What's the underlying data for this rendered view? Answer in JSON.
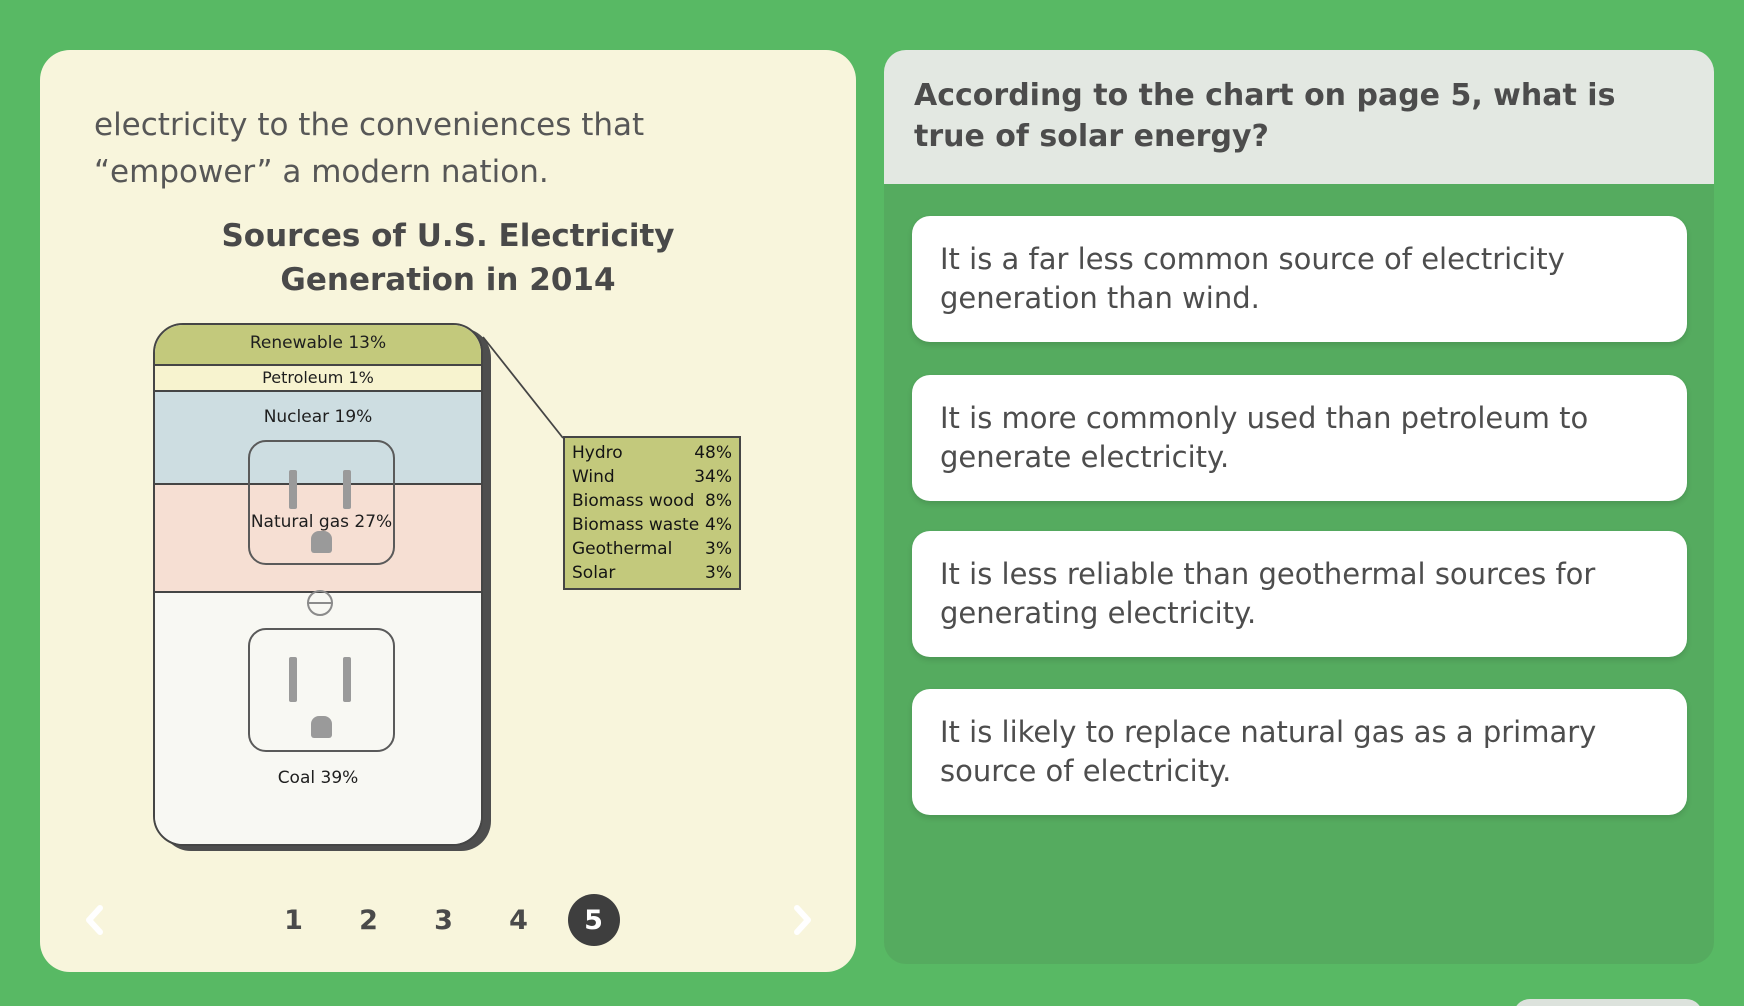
{
  "colors": {
    "page_bg": "#58b964",
    "panel_bg": "#55ab5f",
    "reader_card_bg": "#f8f5dc",
    "question_header_bg": "#e3e8e2",
    "dark_text": "#4c4c4c",
    "active_circle": "#3e3e3e",
    "legend_bg": "#c3c97c"
  },
  "reader": {
    "passage_lines": [
      "electricity to the conveniences that",
      "“empower” a modern nation."
    ],
    "chart_title_lines": [
      "Sources of U.S. Electricity",
      "Generation in 2014"
    ],
    "pagination": {
      "pages": [
        "1",
        "2",
        "3",
        "4",
        "5"
      ],
      "active_page": "5"
    }
  },
  "chart_data": {
    "type": "bar",
    "subtype": "stacked-percentage-outlet-pictogram",
    "title": "Sources of U.S. Electricity Generation in 2014",
    "segments": [
      {
        "name": "Renewable",
        "value": 13,
        "label": "Renewable 13%",
        "color": "#c3c97c"
      },
      {
        "name": "Petroleum",
        "value": 1,
        "label": "Petroleum 1%",
        "color": "#f7f3cf"
      },
      {
        "name": "Nuclear",
        "value": 19,
        "label": "Nuclear 19%",
        "color": "#cddde1"
      },
      {
        "name": "Natural gas",
        "value": 27,
        "label": "Natural gas 27%",
        "color": "#f6dfd3"
      },
      {
        "name": "Coal",
        "value": 39,
        "label": "Coal 39%",
        "color": "#f8f8f3"
      }
    ],
    "renewable_breakdown": [
      {
        "name": "Hydro",
        "value": "48%"
      },
      {
        "name": "Wind",
        "value": "34%"
      },
      {
        "name": "Biomass wood",
        "value": "8%"
      },
      {
        "name": "Biomass waste",
        "value": "4%"
      },
      {
        "name": "Geothermal",
        "value": "3%"
      },
      {
        "name": "Solar",
        "value": "3%"
      }
    ]
  },
  "quiz": {
    "question": "According to the chart on page 5, what is true of solar energy?",
    "answers": [
      {
        "text": "It is a far less common source of electricity generation than wind."
      },
      {
        "text": "It is more commonly used than petroleum to generate electricity."
      },
      {
        "text": "It is less reliable than geothermal sources for generating electricity."
      },
      {
        "text": "It is likely to replace natural gas as a primary source of electricity."
      }
    ]
  }
}
